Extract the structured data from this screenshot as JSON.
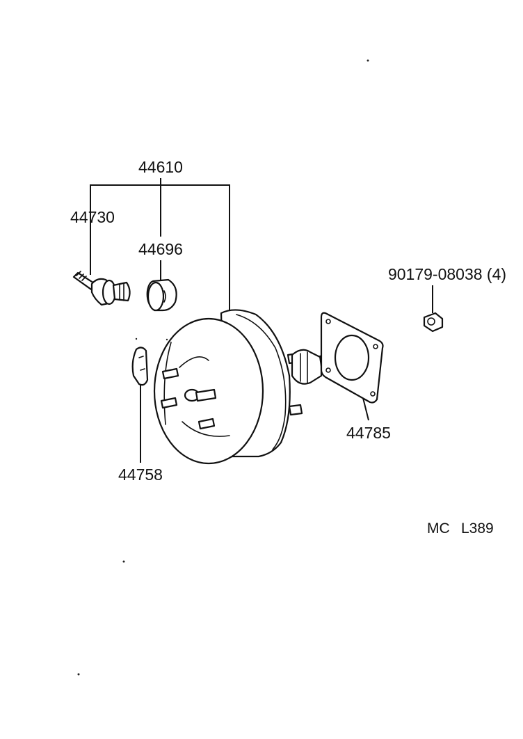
{
  "parts": {
    "assembly": "44610",
    "check_valve": "44730",
    "grommet": "44696",
    "clip": "44758",
    "gasket": "44785",
    "nut": "90179-08038 (4)"
  },
  "reference": {
    "code": "MC",
    "sheet": "L389"
  }
}
